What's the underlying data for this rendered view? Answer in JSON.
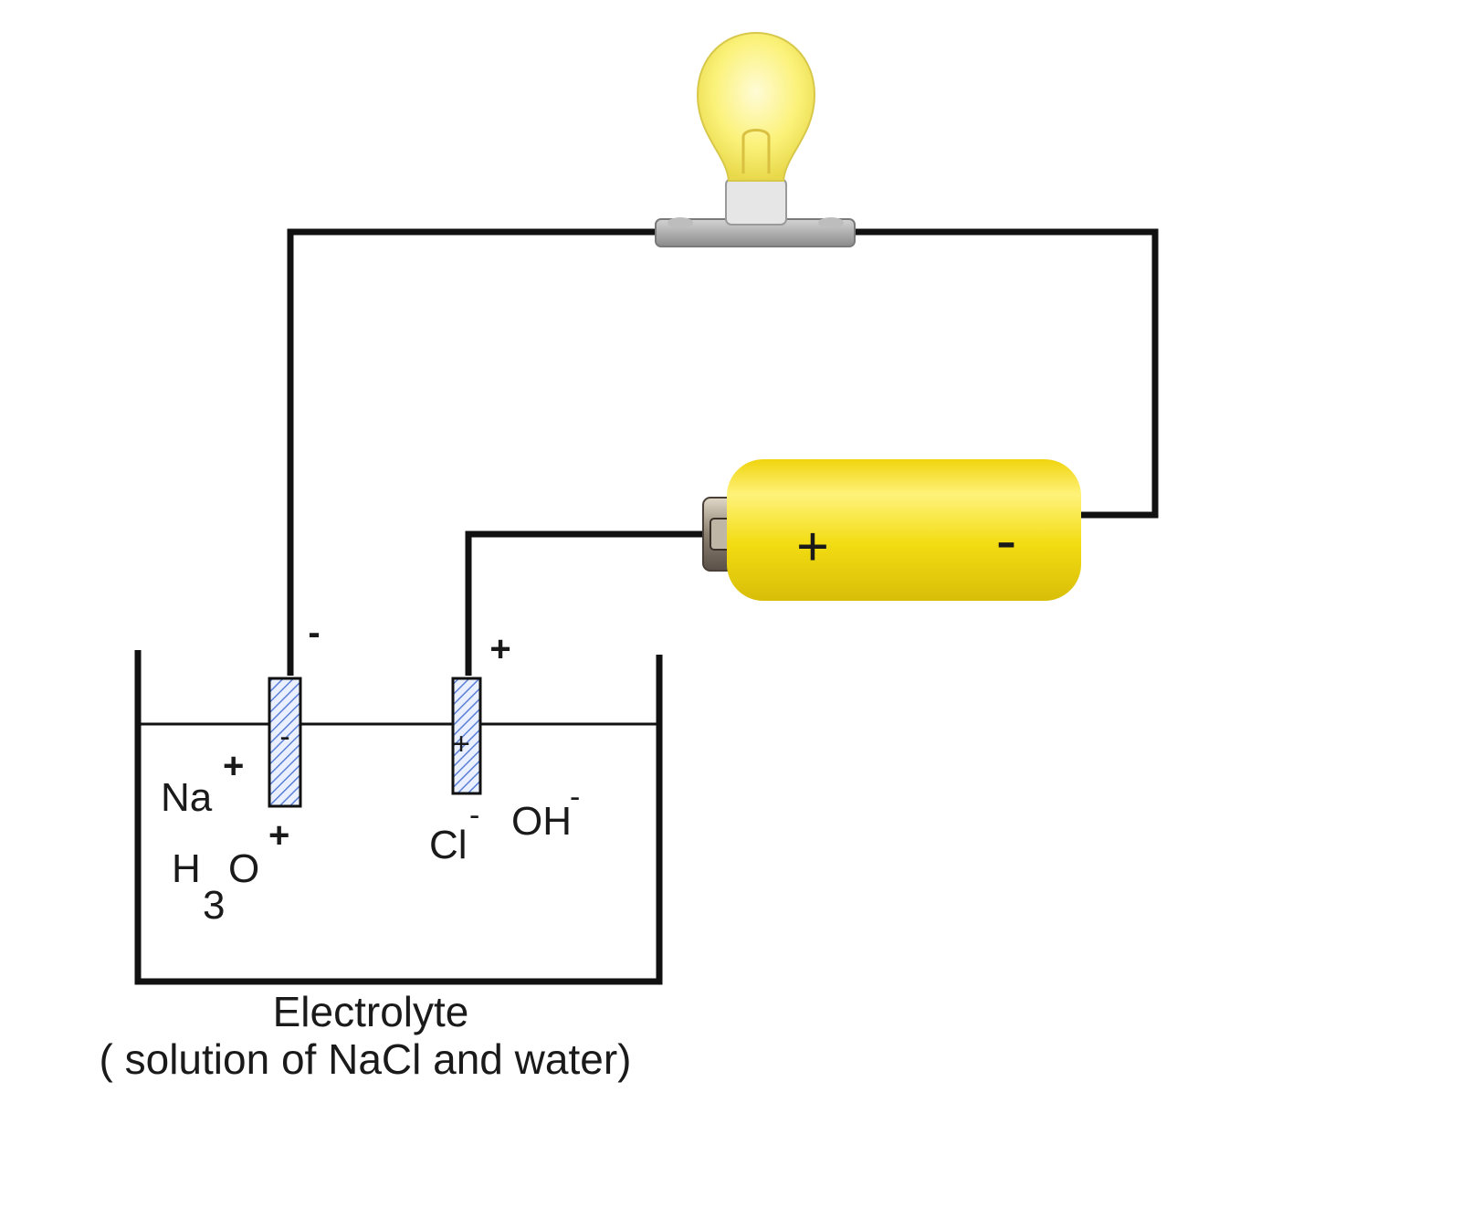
{
  "colors": {
    "wire": "#111111",
    "battery_body": "#f2dc12",
    "battery_highlight": "#fff27a",
    "bulb_glass": "#fbf27a",
    "bulb_glow": "#fffbd6",
    "electrode_fill": "#eaf0ff",
    "electrode_hatch": "#5b7fd6",
    "socket": "#a8a8a8"
  },
  "icons": {
    "bulb": "light-bulb-icon",
    "battery": "battery-icon"
  },
  "battery": {
    "plus_label": "+",
    "minus_label": "-"
  },
  "electrodes": {
    "left": {
      "outer_sign": "-",
      "inner_sign": "-"
    },
    "right": {
      "outer_sign": "+",
      "inner_sign": "+"
    }
  },
  "ions": {
    "sodium": {
      "symbol": "Na",
      "charge": "+"
    },
    "hydronium": {
      "h": "H",
      "subscript": "3",
      "o": "O",
      "charge": "+"
    },
    "chloride": {
      "symbol": "Cl",
      "charge": "-"
    },
    "hydroxide": {
      "symbol": "OH",
      "charge": "-"
    }
  },
  "caption": {
    "line1": "Electrolyte",
    "line2": "( solution of NaCl and water)"
  }
}
